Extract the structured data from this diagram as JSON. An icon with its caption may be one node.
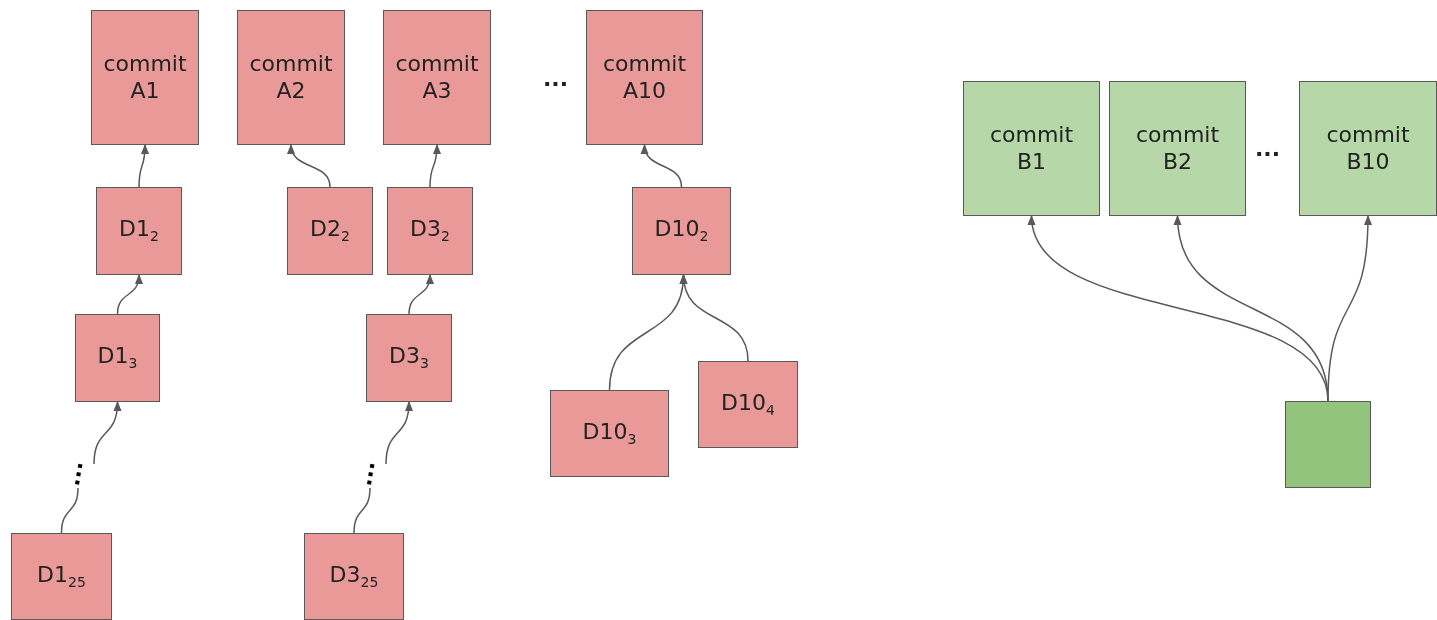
{
  "diagram": {
    "nodes": [
      {
        "text": [
          "commit A1"
        ]
      },
      {
        "text": [
          "commit A2"
        ]
      },
      {
        "text": [
          "commit A3"
        ]
      },
      {
        "text": [
          "commit A10"
        ]
      },
      {
        "text": [
          "commit B1"
        ]
      },
      {
        "text": [
          "commit B2"
        ]
      },
      {
        "text": [
          "commit B10"
        ]
      },
      {
        "text": [
          "D1$_{2}$"
        ]
      },
      {
        "text": [
          "D2$_{2}$"
        ]
      },
      {
        "text": [
          "D3$_{2}$"
        ]
      },
      {
        "text": [
          "D10$_{2}$"
        ]
      },
      {
        "text": [
          "D1$_{3}$"
        ]
      },
      {
        "text": [
          "D3$_{3}$"
        ]
      },
      {
        "text": [
          "D10$_{4}$"
        ]
      },
      {
        "text": [
          "D10$_{3}$"
        ]
      },
      {
        "text": [
          "..."
        ]
      },
      {
        "text": [
          "..."
        ]
      },
      {
        "text": [],
        "shape": "box"
      },
      {
        "text": [
          "D1$_{25}$"
        ]
      },
      {
        "text": [
          "D3$_{25}$"
        ]
      }
    ],
    "edges": [
      {
        "from": 7,
        "to": 0,
        "arrow": "to"
      },
      {
        "from": 8,
        "to": 1,
        "arrow": "to"
      },
      {
        "from": 9,
        "to": 2,
        "arrow": "to"
      },
      {
        "from": 10,
        "to": 3,
        "arrow": "to"
      },
      {
        "from": 11,
        "to": 7,
        "arrow": "to"
      },
      {
        "from": 12,
        "to": 9,
        "arrow": "to"
      },
      {
        "from": 14,
        "to": 10,
        "arrow": "to"
      },
      {
        "from": 13,
        "to": 10,
        "arrow": "to"
      },
      {
        "from": 15,
        "to": 11,
        "arrow": "to"
      },
      {
        "from": 16,
        "to": 12,
        "arrow": "to"
      },
      {
        "from": 18,
        "to": 15,
        "arrow": "none"
      },
      {
        "from": 19,
        "to": 16,
        "arrow": "none"
      },
      {
        "from": 17,
        "to": 4,
        "arrow": "to"
      },
      {
        "from": 17,
        "to": 5,
        "arrow": "to"
      },
      {
        "from": 17,
        "to": 6,
        "arrow": "to"
      }
    ],
    "labels": [
      "...",
      "..."
    ]
  }
}
